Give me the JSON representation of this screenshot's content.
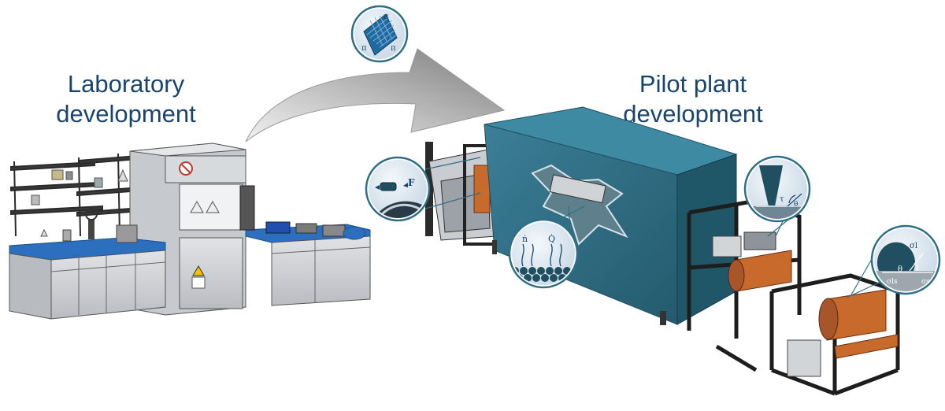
{
  "labels": {
    "lab": {
      "line1": "Laboratory",
      "line2": "development"
    },
    "pilot": {
      "line1": "Pilot plant",
      "line2": "development"
    }
  },
  "icons": [
    {
      "name": "scale-up-transfer-icon",
      "symbols": {
        "pi1": "π",
        "pi2": "π",
        "pi3": "π"
      }
    },
    {
      "name": "force-icon",
      "symbols": {
        "force": "F"
      }
    },
    {
      "name": "heat-mass-flow-icon",
      "symbols": {
        "n": "ṅ",
        "q": "Q̇"
      }
    },
    {
      "name": "shear-stress-icon",
      "symbols": {
        "tau": "τ",
        "theta": "θ"
      }
    },
    {
      "name": "contact-angle-icon",
      "symbols": {
        "sigma_l": "σl",
        "theta": "θ",
        "sigma_ls": "σls",
        "sigma_s": "σs"
      }
    }
  ],
  "colors": {
    "title": "#17456e",
    "housing": "#2f6f86",
    "housing_dark": "#1f4f61",
    "bench_top": "#2c6fbe",
    "cabinet": "#c9ccd0",
    "frame": "#2b2b2b",
    "web": "#c86a2c",
    "arrow": "#8e8e8e",
    "icon_bg": "#dfe9f1",
    "icon_ring": "#2f6f86"
  }
}
